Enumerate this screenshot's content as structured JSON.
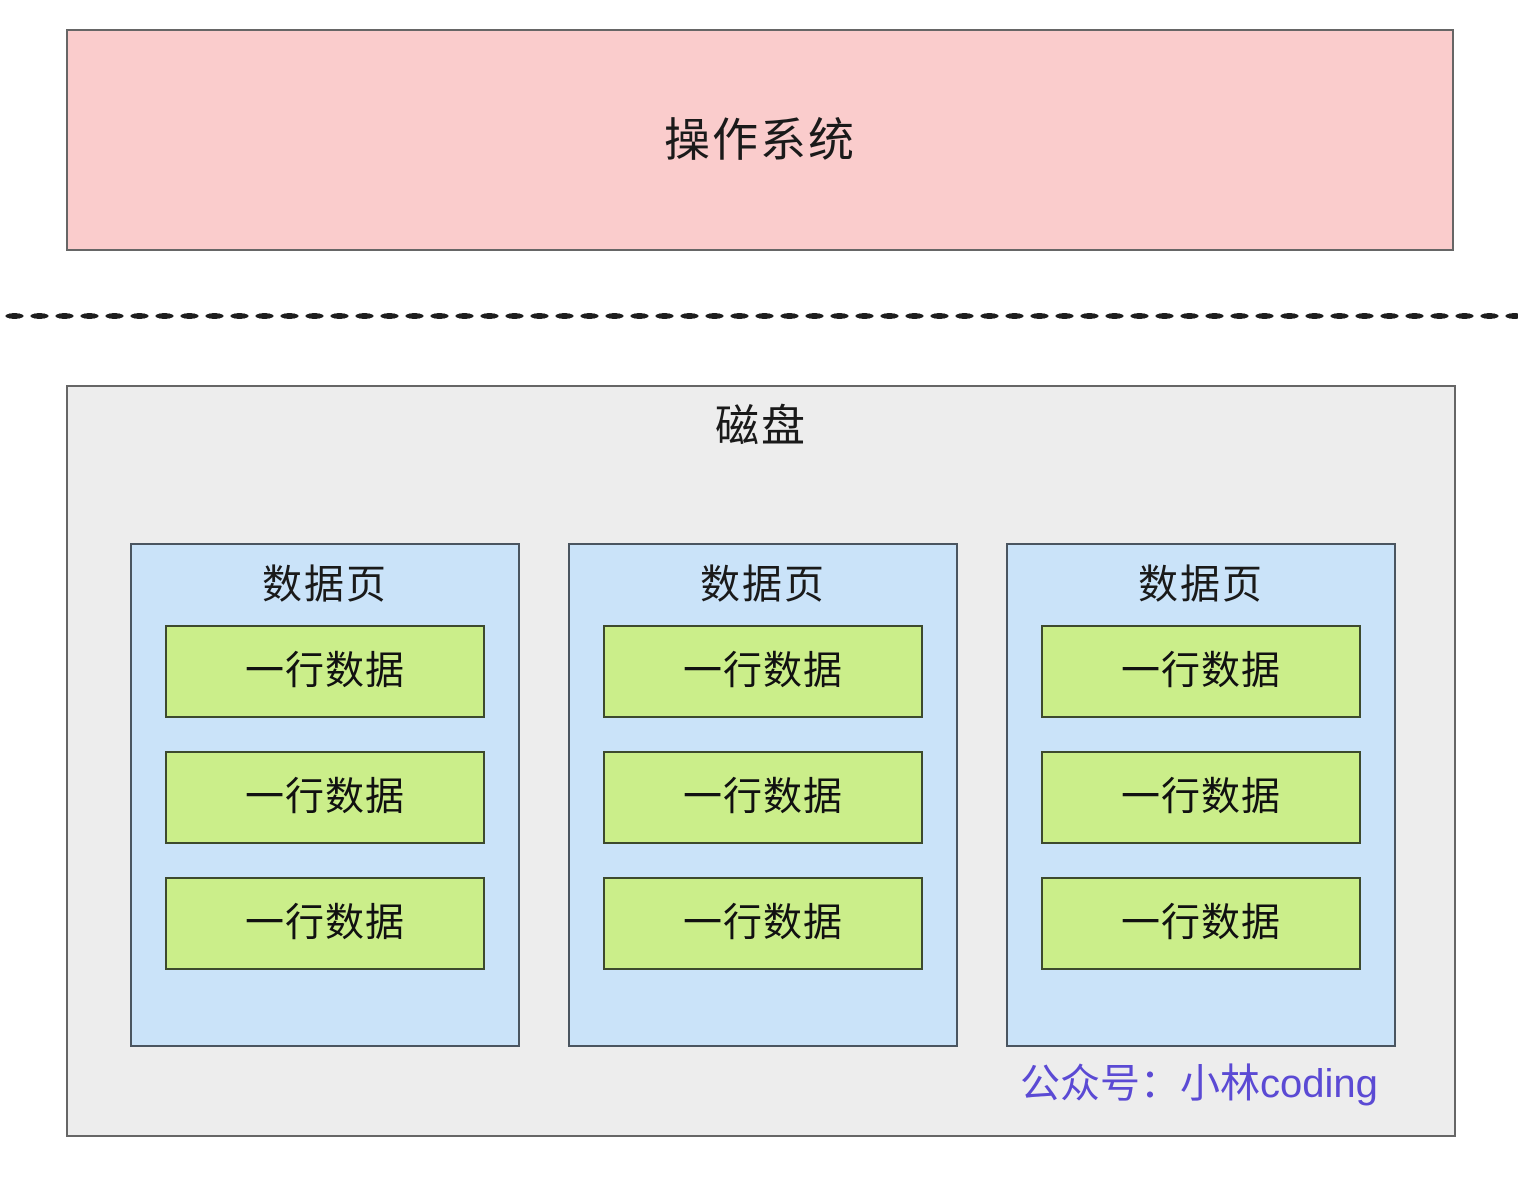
{
  "diagram": {
    "os_section": {
      "label": "操作系统",
      "bg_color": "#facccc",
      "border_color": "#666666"
    },
    "divider": {
      "style": "dotted",
      "dot_color": "#1d1d1d"
    },
    "disk_section": {
      "label": "磁盘",
      "bg_color": "#ededed",
      "border_color": "#666666",
      "pages": [
        {
          "label": "数据页",
          "bg_color": "#cae3f9",
          "border_color": "#4a5560",
          "rows": [
            {
              "label": "一行数据"
            },
            {
              "label": "一行数据"
            },
            {
              "label": "一行数据"
            }
          ]
        },
        {
          "label": "数据页",
          "bg_color": "#cae3f9",
          "border_color": "#4a5560",
          "rows": [
            {
              "label": "一行数据"
            },
            {
              "label": "一行数据"
            },
            {
              "label": "一行数据"
            }
          ]
        },
        {
          "label": "数据页",
          "bg_color": "#cae3f9",
          "border_color": "#4a5560",
          "rows": [
            {
              "label": "一行数据"
            },
            {
              "label": "一行数据"
            },
            {
              "label": "一行数据"
            }
          ]
        }
      ],
      "row_bg_color": "#cbee8a",
      "row_border_color": "#3d4a2e"
    },
    "watermark": {
      "text": "公众号：小林coding",
      "color": "#5b4ad4"
    }
  }
}
